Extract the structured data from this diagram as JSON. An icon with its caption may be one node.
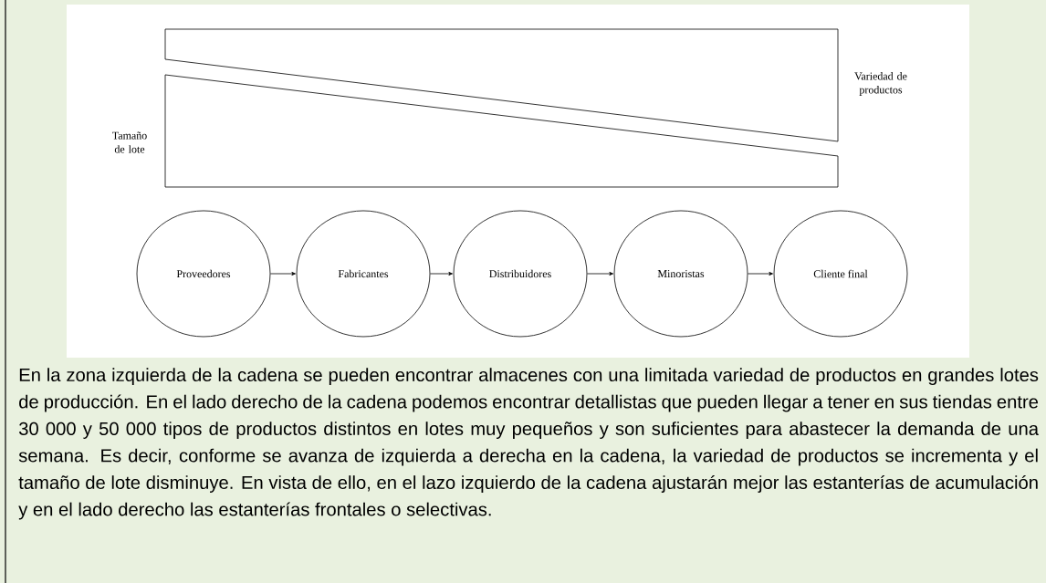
{
  "diagram": {
    "caption": "En la zona izquierda de la cadena se pueden encontrar almacenes con una limitada variedad de productos en grandes lotes de producción. En el lado derecho de la cadena podemos encontrar detallistas que pueden llegar a tener en sus tiendas entre 30 000 y 50 000 tipos de productos distintos en lotes muy pequeños y son suficientes para abastecer la demanda de una semana. Es decir, conforme se avanza de izquierda a derecha en la cadena, la variedad de productos se incrementa y el tamaño de lote disminuye. En vista de ello, en el lazo izquierdo de la cadena ajustarán mejor las estanterías de acumulación y en el lado derecho las estanterías frontales o selectivas.",
    "nodes": [
      {
        "text": [
          "Proveedores"
        ]
      },
      {
        "text": [
          "Fabricantes"
        ]
      },
      {
        "text": [
          "Distribuidores"
        ]
      },
      {
        "text": [
          "Minoristas"
        ]
      },
      {
        "text": [
          "Cliente final"
        ]
      }
    ],
    "edges": [
      {
        "from": 0,
        "to": 1,
        "arrow": "to"
      },
      {
        "from": 1,
        "to": 2,
        "arrow": "to"
      },
      {
        "from": 2,
        "to": 3,
        "arrow": "to"
      },
      {
        "from": 3,
        "to": 4,
        "arrow": "to"
      }
    ],
    "labels": [
      "Tamaño de lote",
      "Variedad de productos"
    ]
  }
}
